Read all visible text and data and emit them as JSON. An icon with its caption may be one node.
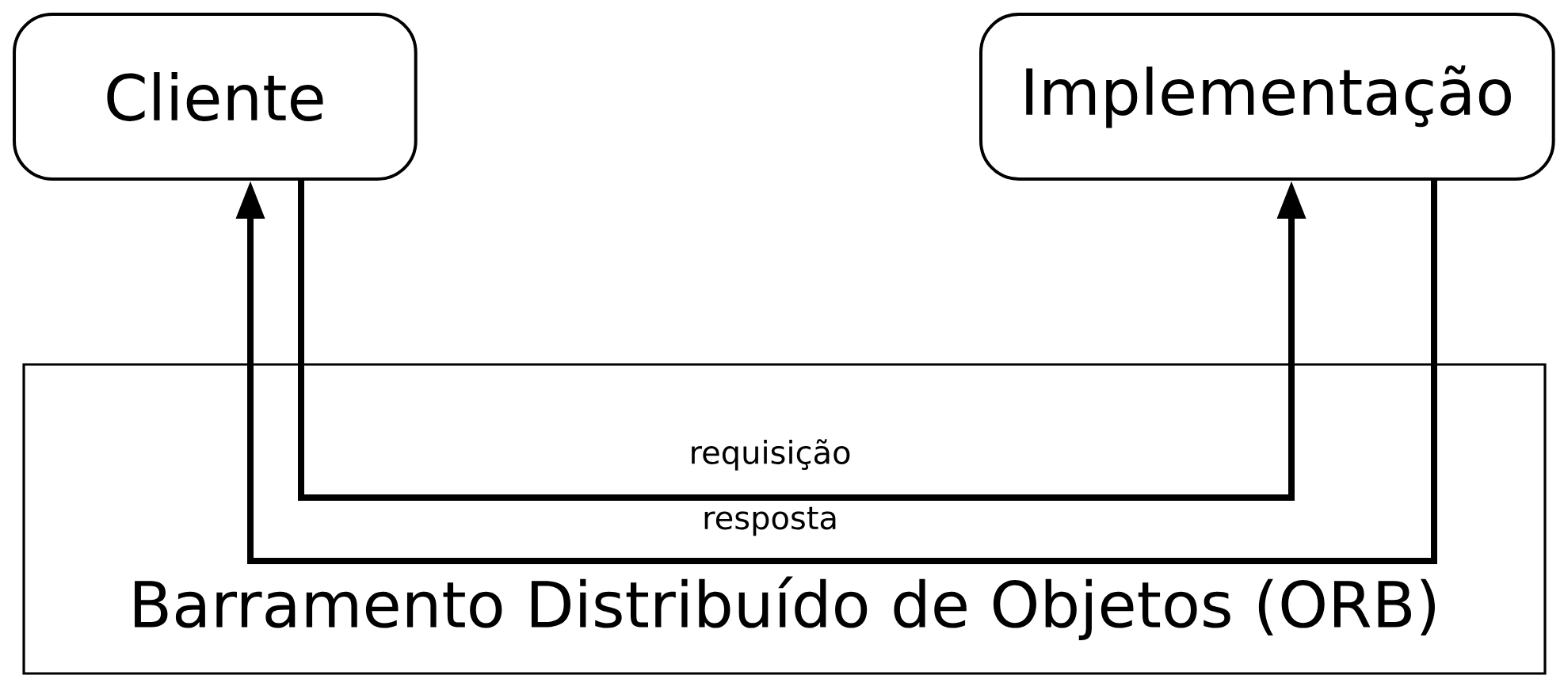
{
  "diagram": {
    "nodes": [
      {
        "text": [
          "Cliente"
        ]
      },
      {
        "text": [
          "Implementação"
        ]
      },
      {
        "text": [
          "Barramento Distribuído de Objetos (ORB)"
        ]
      }
    ],
    "edges": [
      {
        "from": 0,
        "to": 1,
        "arrow": "to",
        "label": "requisição"
      },
      {
        "from": 1,
        "to": 0,
        "arrow": "to",
        "label": "resposta"
      }
    ]
  }
}
